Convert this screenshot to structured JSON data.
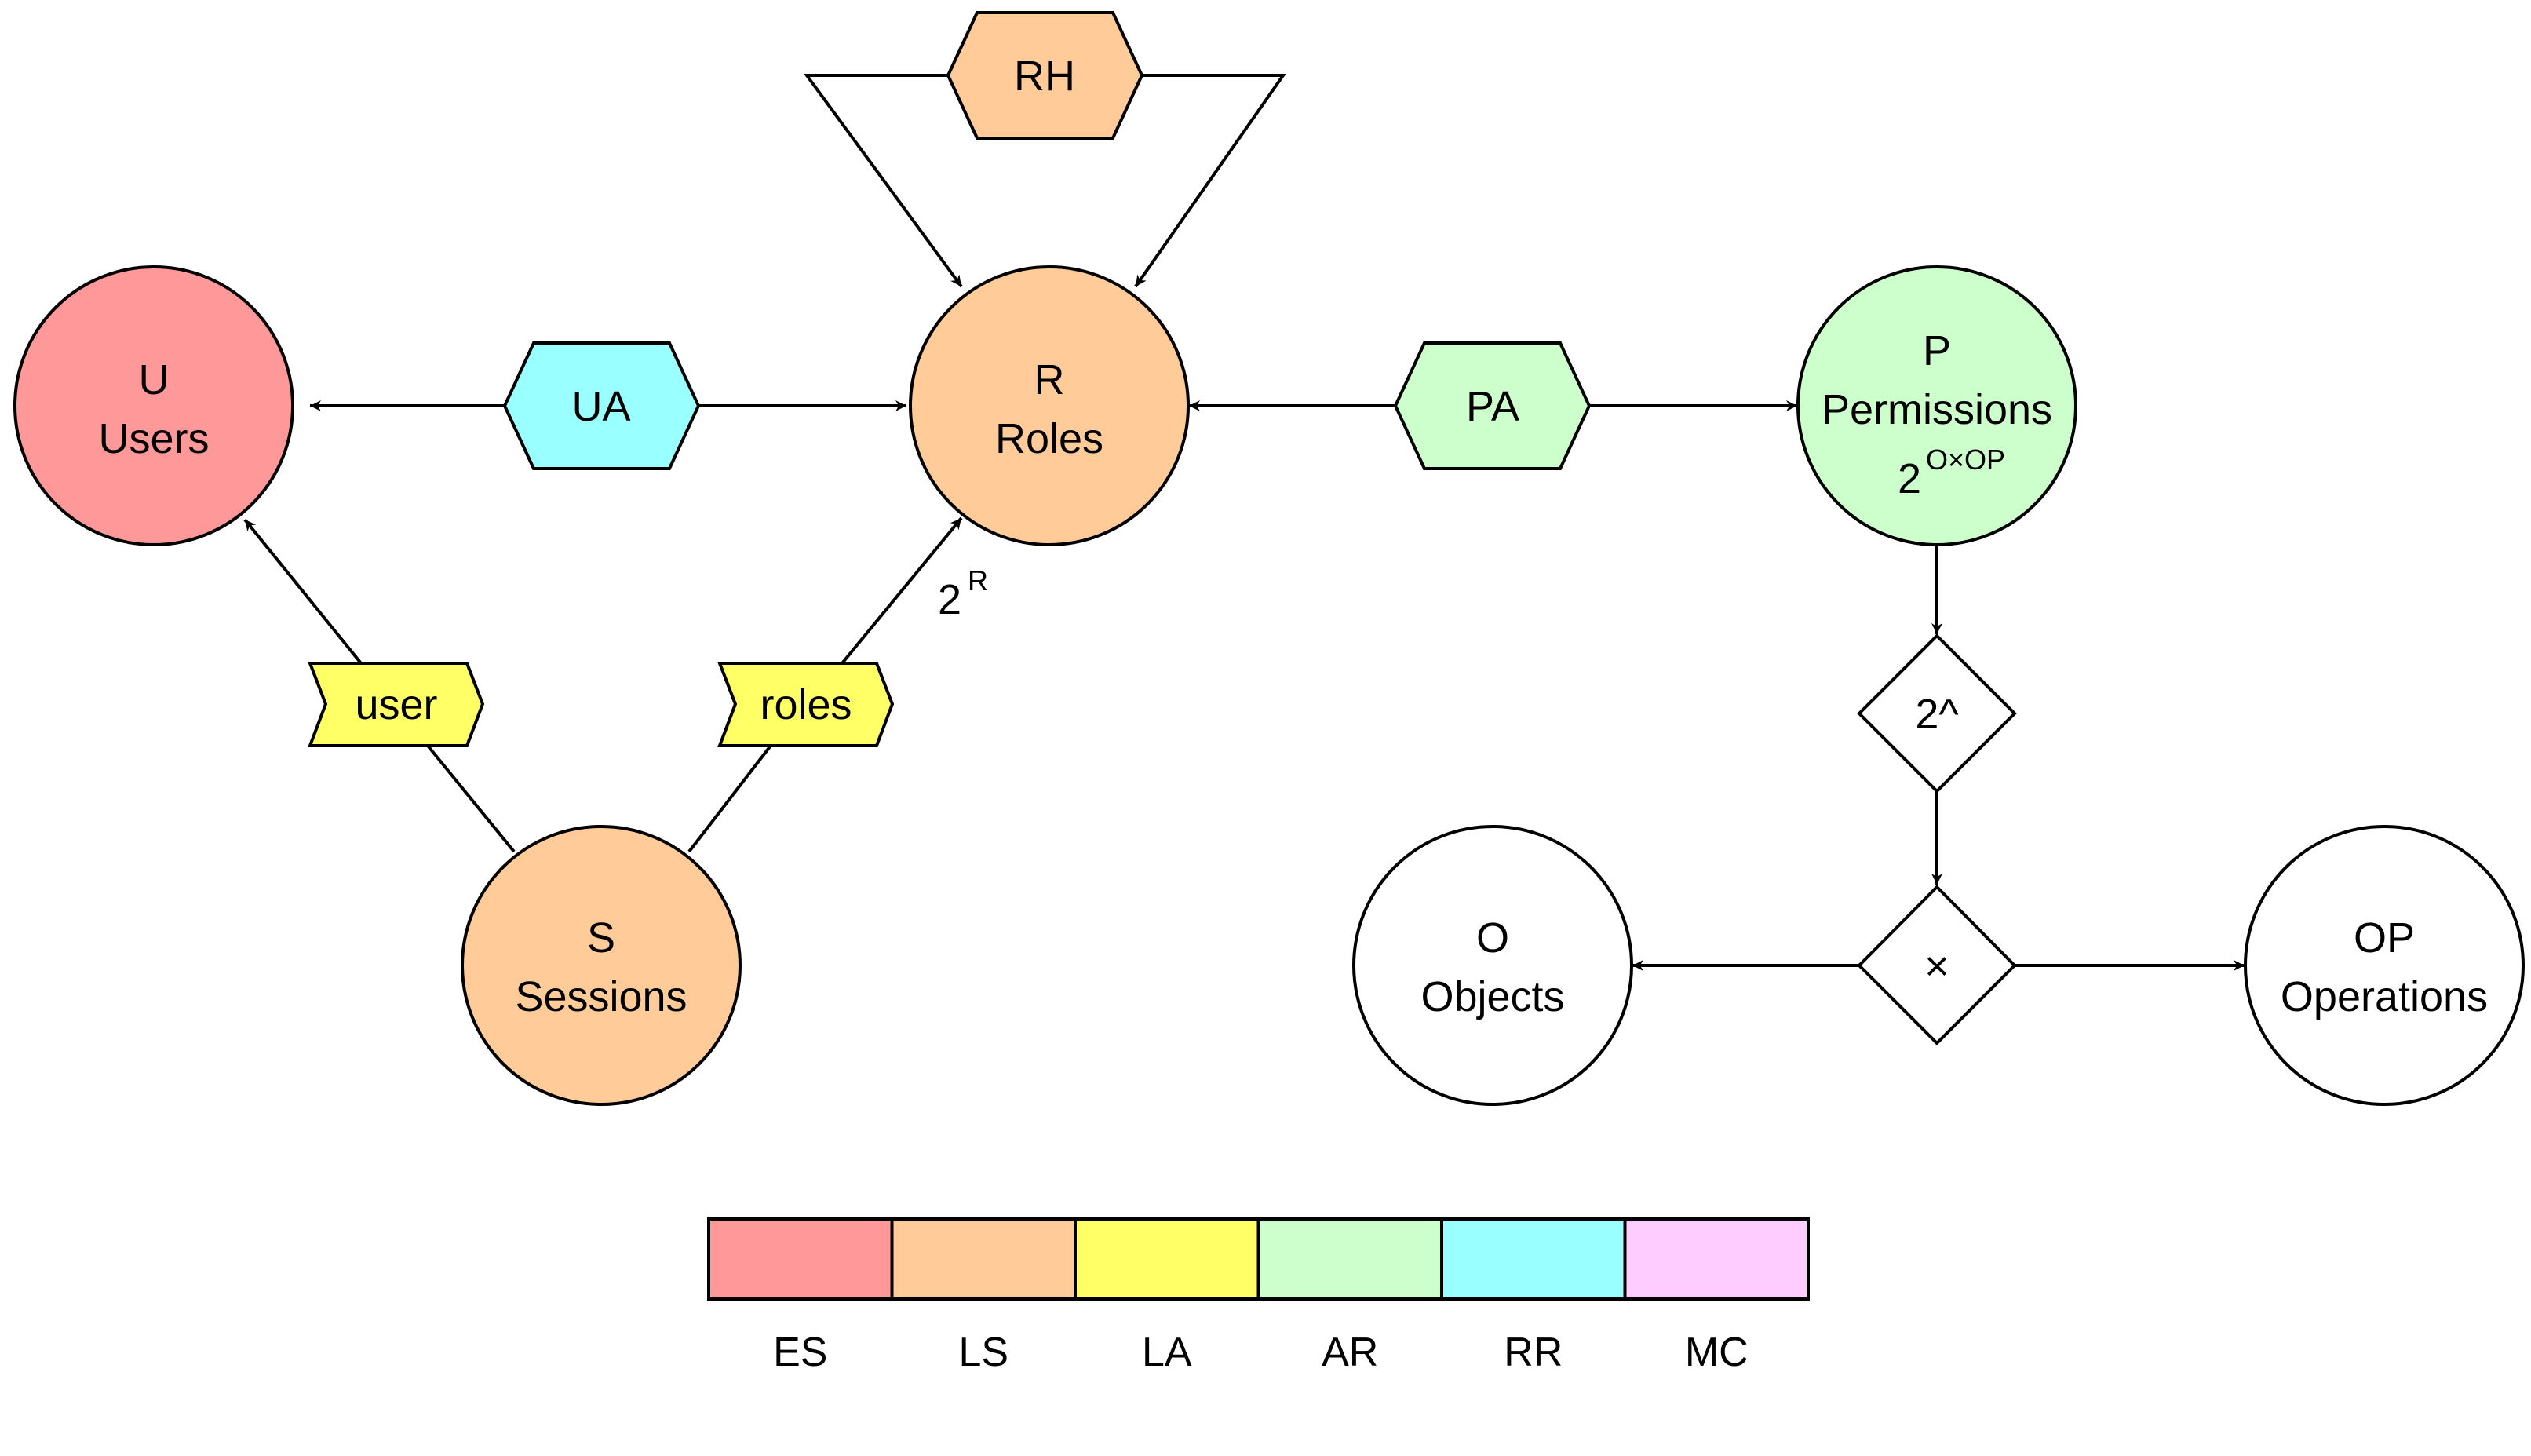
{
  "colors": {
    "ES": "#ff9999",
    "LS": "#ffcc99",
    "LA": "#ffff66",
    "AR": "#ccffcc",
    "RR": "#99ffff",
    "MC": "#ffccff",
    "white": "#ffffff"
  },
  "nodes": {
    "users": {
      "line1": "U",
      "line2": "Users"
    },
    "roles": {
      "line1": "R",
      "line2": "Roles"
    },
    "sessions": {
      "line1": "S",
      "line2": "Sessions"
    },
    "permissions": {
      "line1": "P",
      "line2": "Permissions",
      "power_base": "2",
      "power_exp": "O×OP"
    },
    "objects": {
      "line1": "O",
      "line2": "Objects"
    },
    "operations": {
      "line1": "OP",
      "line2": "Operations"
    }
  },
  "relations": {
    "rh": "RH",
    "ua": "UA",
    "pa": "PA"
  },
  "functions": {
    "user": "user",
    "roles": "roles"
  },
  "roles_power": {
    "base": "2",
    "exp": "R"
  },
  "operators": {
    "powerset": "2^",
    "product": "×"
  },
  "legend": [
    {
      "label": "ES",
      "color": "#ff9999"
    },
    {
      "label": "LS",
      "color": "#ffcc99"
    },
    {
      "label": "LA",
      "color": "#ffff66"
    },
    {
      "label": "AR",
      "color": "#ccffcc"
    },
    {
      "label": "RR",
      "color": "#99ffff"
    },
    {
      "label": "MC",
      "color": "#ffccff"
    }
  ]
}
